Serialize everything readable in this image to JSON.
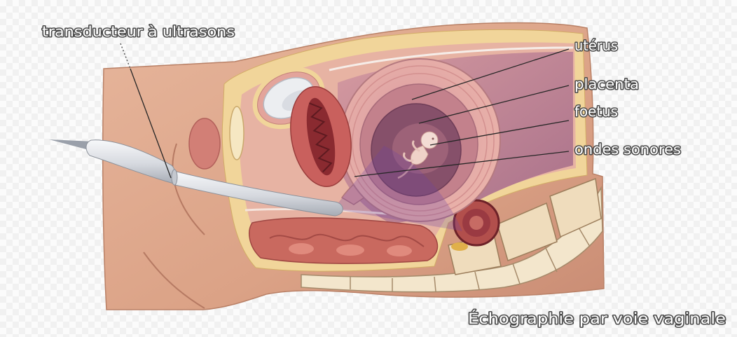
{
  "labels": {
    "transducer": "transducteur à ultrasons",
    "uterus": "utérus",
    "placenta": "placenta",
    "fetus": "foetus",
    "sound_waves": "ondes sonores"
  },
  "caption": "Échographie par voie vaginale"
}
